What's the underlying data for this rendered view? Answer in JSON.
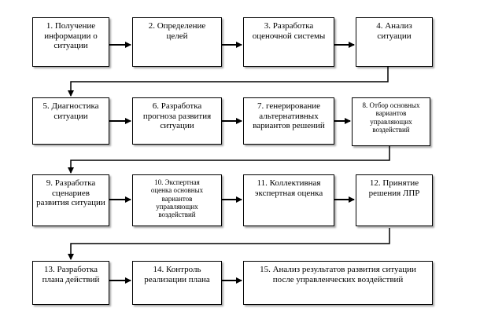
{
  "diagram": {
    "steps": [
      {
        "id": "s1",
        "text": "1. Получение\nинформации о\nситуации"
      },
      {
        "id": "s2",
        "text": "2. Определение\nцелей"
      },
      {
        "id": "s3",
        "text": "3. Разработка\nоценочной системы"
      },
      {
        "id": "s4",
        "text": "4. Анализ\nситуации"
      },
      {
        "id": "s5",
        "text": "5. Диагностика\nситуации"
      },
      {
        "id": "s6",
        "text": "6. Разработка\nпрогноза развития\nситуации"
      },
      {
        "id": "s7",
        "text": "7. генерирование\nальтернативных\nвариантов решений"
      },
      {
        "id": "s8",
        "text": "8. Отбор основных\nвариантов\nуправляющих\nвоздействий"
      },
      {
        "id": "s9",
        "text": "9. Разработка\nсценариев\nразвития ситуации"
      },
      {
        "id": "s10",
        "text": "10. Экспертная\nоценка основных\nвариантов\nуправляющих\nвоздействий"
      },
      {
        "id": "s11",
        "text": "11. Коллективная\nэкспертная  оценка"
      },
      {
        "id": "s12",
        "text": "12. Принятие\nрешения ЛПР"
      },
      {
        "id": "s13",
        "text": "13. Разработка\nплана действий"
      },
      {
        "id": "s14",
        "text": "14. Контроль\nреализации плана"
      },
      {
        "id": "s15",
        "text": "15. Анализ результатов развития ситуации\nпосле управленческих воздействий"
      }
    ],
    "connections": [
      [
        "s1",
        "s2"
      ],
      [
        "s2",
        "s3"
      ],
      [
        "s3",
        "s4"
      ],
      [
        "s4",
        "s5"
      ],
      [
        "s5",
        "s6"
      ],
      [
        "s6",
        "s7"
      ],
      [
        "s7",
        "s8"
      ],
      [
        "s8",
        "s9"
      ],
      [
        "s9",
        "s10"
      ],
      [
        "s10",
        "s11"
      ],
      [
        "s11",
        "s12"
      ],
      [
        "s12",
        "s13"
      ],
      [
        "s13",
        "s14"
      ],
      [
        "s14",
        "s15"
      ]
    ]
  }
}
